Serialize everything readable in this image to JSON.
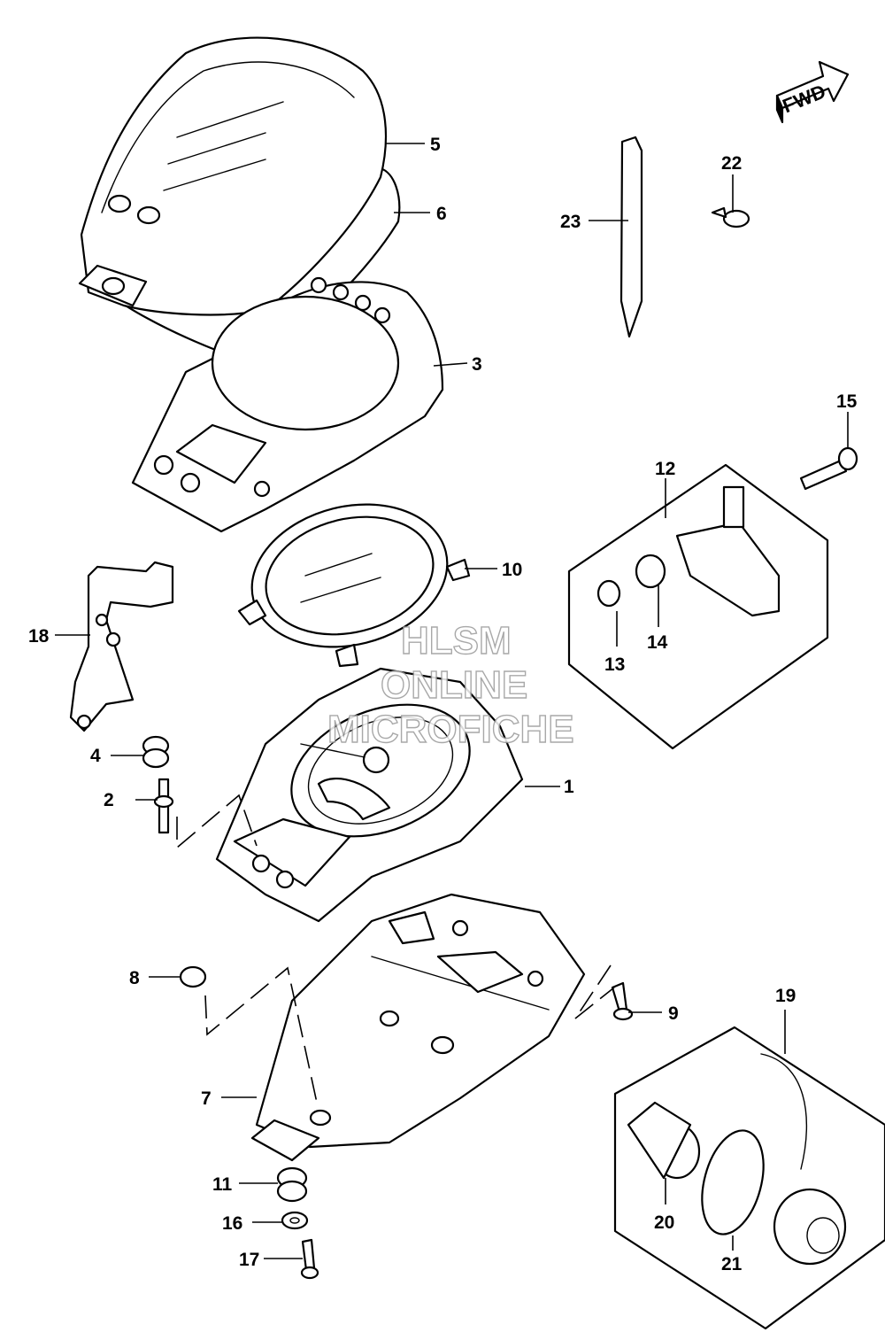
{
  "callouts": [
    "1",
    "2",
    "3",
    "4",
    "5",
    "6",
    "7",
    "8",
    "9",
    "10",
    "11",
    "12",
    "13",
    "14",
    "15",
    "16",
    "17",
    "18",
    "19",
    "20",
    "21",
    "22",
    "23"
  ],
  "watermark": {
    "line1": "HLSM",
    "line2": "ONLINE",
    "line3": "MICROFICHE"
  },
  "direction_indicator": {
    "label": "FWD",
    "icon": "forward-arrow-icon"
  },
  "colors": {
    "line": "#000000",
    "background": "#ffffff",
    "watermark": "#9a9a9a"
  }
}
